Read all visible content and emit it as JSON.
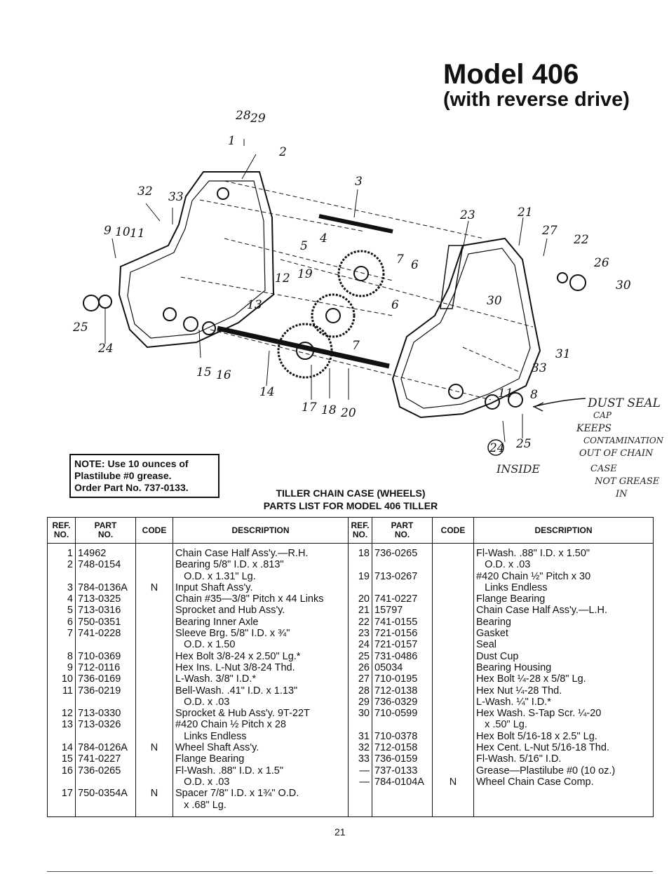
{
  "title": "Model 406",
  "subtitle": "(with reverse drive)",
  "note": {
    "line1": "NOTE: Use 10 ounces of",
    "line2": "Plastilube #0 grease.",
    "line3": "Order Part No. 737-0133."
  },
  "caption": {
    "line1": "TILLER CHAIN CASE (WHEELS)",
    "line2": "PARTS LIST FOR MODEL 406 TILLER"
  },
  "diagram": {
    "callouts": [
      "28",
      "29",
      "1",
      "2",
      "3",
      "32",
      "33",
      "9",
      "10",
      "11",
      "4",
      "5",
      "7",
      "6",
      "12",
      "19",
      "13",
      "6",
      "7",
      "25",
      "24",
      "15",
      "16",
      "14",
      "17",
      "18",
      "20",
      "23",
      "21",
      "27",
      "22",
      "26",
      "30",
      "30",
      "31",
      "33",
      "11",
      "8",
      "24",
      "25"
    ],
    "handwritten": {
      "line1": "DUST SEAL",
      "line2": "CAP",
      "line3": "KEEPS",
      "line4": "CONTAMINATION",
      "line5": "OUT OF CHAIN",
      "line6": "CASE",
      "line7": "NOT GREASE",
      "line8": "IN",
      "inside": "INSIDE"
    }
  },
  "table": {
    "headers": {
      "ref": [
        "REF.",
        "NO."
      ],
      "part": [
        "PART",
        "NO."
      ],
      "code": "CODE",
      "description": "DESCRIPTION"
    },
    "left_column": [
      {
        "ref": "1",
        "part": "14962",
        "code": "",
        "desc": [
          "Chain Case Half Ass'y.—R.H."
        ]
      },
      {
        "ref": "2",
        "part": "748-0154",
        "code": "",
        "desc": [
          "Bearing 5/8\" I.D. x .813\"",
          "   O.D. x 1.31\" Lg."
        ]
      },
      {
        "ref": "3",
        "part": "784-0136A",
        "code": "N",
        "desc": [
          "Input Shaft Ass'y."
        ]
      },
      {
        "ref": "4",
        "part": "713-0325",
        "code": "",
        "desc": [
          "Chain #35—3/8\" Pitch x 44 Links"
        ]
      },
      {
        "ref": "5",
        "part": "713-0316",
        "code": "",
        "desc": [
          "Sprocket and Hub Ass'y."
        ]
      },
      {
        "ref": "6",
        "part": "750-0351",
        "code": "",
        "desc": [
          "Bearing Inner Axle"
        ]
      },
      {
        "ref": "7",
        "part": "741-0228",
        "code": "",
        "desc": [
          "Sleeve Brg. 5/8\" I.D. x ¾\"",
          "   O.D. x 1.50"
        ]
      },
      {
        "ref": "8",
        "part": "710-0369",
        "code": "",
        "desc": [
          "Hex Bolt 3/8-24 x 2.50\" Lg.*"
        ]
      },
      {
        "ref": "9",
        "part": "712-0116",
        "code": "",
        "desc": [
          "Hex Ins. L-Nut 3/8-24 Thd."
        ]
      },
      {
        "ref": "10",
        "part": "736-0169",
        "code": "",
        "desc": [
          "L-Wash. 3/8\" I.D.*"
        ]
      },
      {
        "ref": "11",
        "part": "736-0219",
        "code": "",
        "desc": [
          "Bell-Wash. .41\" I.D. x 1.13\"",
          "   O.D. x .03"
        ]
      },
      {
        "ref": "12",
        "part": "713-0330",
        "code": "",
        "desc": [
          "Sprocket & Hub Ass'y. 9T-22T"
        ]
      },
      {
        "ref": "13",
        "part": "713-0326",
        "code": "",
        "desc": [
          "#420 Chain ½ Pitch x 28",
          "   Links Endless"
        ]
      },
      {
        "ref": "14",
        "part": "784-0126A",
        "code": "N",
        "desc": [
          "Wheel Shaft Ass'y."
        ]
      },
      {
        "ref": "15",
        "part": "741-0227",
        "code": "",
        "desc": [
          "Flange Bearing"
        ]
      },
      {
        "ref": "16",
        "part": "736-0265",
        "code": "",
        "desc": [
          "Fl-Wash. .88\" I.D. x 1.5\"",
          "   O.D. x .03"
        ]
      },
      {
        "ref": "17",
        "part": "750-0354A",
        "code": "N",
        "desc": [
          "Spacer 7/8\" I.D. x 1¾\" O.D.",
          "   x .68\" Lg."
        ]
      }
    ],
    "right_column": [
      {
        "ref": "18",
        "part": "736-0265",
        "code": "",
        "desc": [
          "Fl-Wash. .88\" I.D. x 1.50\"",
          "   O.D. x .03"
        ]
      },
      {
        "ref": "19",
        "part": "713-0267",
        "code": "",
        "desc": [
          "#420 Chain ½\" Pitch x 30",
          "   Links Endless"
        ]
      },
      {
        "ref": "20",
        "part": "741-0227",
        "code": "",
        "desc": [
          "Flange Bearing"
        ]
      },
      {
        "ref": "21",
        "part": "15797",
        "code": "",
        "desc": [
          "Chain Case Half Ass'y.—L.H."
        ]
      },
      {
        "ref": "22",
        "part": "741-0155",
        "code": "",
        "desc": [
          "Bearing"
        ]
      },
      {
        "ref": "23",
        "part": "721-0156",
        "code": "",
        "desc": [
          "Gasket"
        ]
      },
      {
        "ref": "24",
        "part": "721-0157",
        "code": "",
        "desc": [
          "Seal"
        ]
      },
      {
        "ref": "25",
        "part": "731-0486",
        "code": "",
        "desc": [
          "Dust Cup"
        ]
      },
      {
        "ref": "26",
        "part": "05034",
        "code": "",
        "desc": [
          "Bearing Housing"
        ]
      },
      {
        "ref": "27",
        "part": "710-0195",
        "code": "",
        "desc": [
          "Hex Bolt ¼-28 x 5/8\" Lg."
        ]
      },
      {
        "ref": "28",
        "part": "712-0138",
        "code": "",
        "desc": [
          "Hex Nut ¼-28 Thd."
        ]
      },
      {
        "ref": "29",
        "part": "736-0329",
        "code": "",
        "desc": [
          "L-Wash. ¼\" I.D.*"
        ]
      },
      {
        "ref": "30",
        "part": "710-0599",
        "code": "",
        "desc": [
          "Hex Wash. S-Tap Scr. ¼-20",
          "   x .50\" Lg."
        ]
      },
      {
        "ref": "31",
        "part": "710-0378",
        "code": "",
        "desc": [
          "Hex Bolt 5/16-18 x 2.5\" Lg."
        ]
      },
      {
        "ref": "32",
        "part": "712-0158",
        "code": "",
        "desc": [
          "Hex Cent. L-Nut 5/16-18 Thd."
        ]
      },
      {
        "ref": "33",
        "part": "736-0159",
        "code": "",
        "desc": [
          "Fl-Wash. 5/16\" I.D."
        ]
      },
      {
        "ref": "—",
        "part": "737-0133",
        "code": "",
        "desc": [
          "Grease—Plastilube #0 (10 oz.)"
        ]
      },
      {
        "ref": "—",
        "part": "784-0104A",
        "code": "N",
        "desc": [
          "Wheel Chain Case Comp."
        ]
      }
    ]
  },
  "page_number": "21"
}
